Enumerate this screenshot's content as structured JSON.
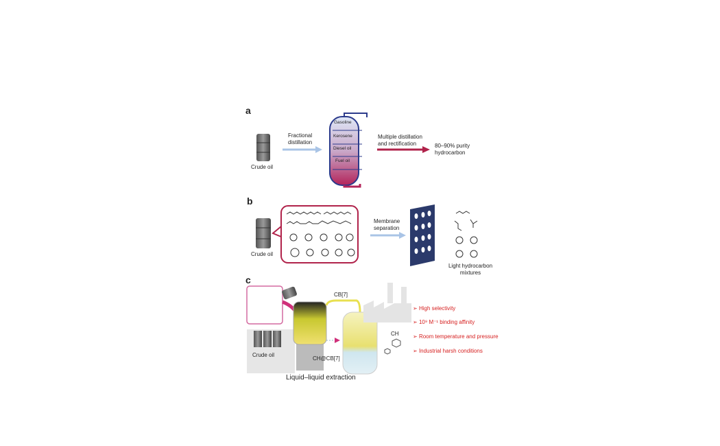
{
  "panels": {
    "a": {
      "label": "a",
      "crude_oil": "Crude oil",
      "step1": "Fractional distillation",
      "fractions": [
        "Gasoline",
        "Kerosene",
        "Diesel oil",
        "Fuel oil"
      ],
      "step2": "Multiple distillation and rectification",
      "result": "80–90% purity hydrocarbon"
    },
    "b": {
      "label": "b",
      "crude_oil": "Crude oil",
      "step": "Membrane separation",
      "result": "Light hydrocarbon mixtures"
    },
    "c": {
      "label": "c",
      "crude_oil": "Crude oil",
      "host": "CB[7]",
      "complex": "CH@CB[7]",
      "guest": "CH",
      "process": "Liquid–liquid extraction",
      "features": [
        "High selectivity",
        "10⁹ M⁻¹ binding affinity",
        "Room temperature and pressure",
        "Industrial harsh conditions"
      ]
    }
  },
  "colors": {
    "accent_red": "#b0224a",
    "arrow_blue": "#a9c4e6",
    "feature_red": "#d62020",
    "membrane": "#2b3a6b"
  }
}
